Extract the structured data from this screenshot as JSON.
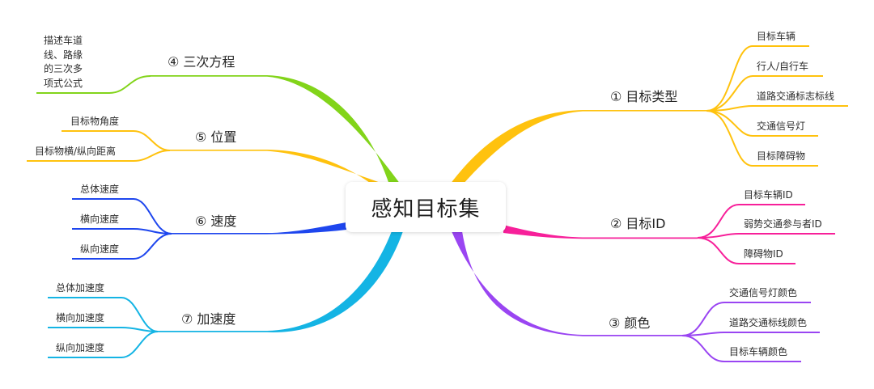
{
  "root": {
    "label": "感知目标集"
  },
  "colors": {
    "type": "#FFC20E",
    "id": "#F7209A",
    "color": "#9A45F2",
    "equation": "#82D41A",
    "position": "#FFC20E",
    "speed": "#1E46EE",
    "acceleration": "#14B4E4"
  },
  "branches": {
    "type": {
      "label": "① 目标类型",
      "children": [
        "目标车辆",
        "行人/自行车",
        "道路交通标志标线",
        "交通信号灯",
        "目标障碍物"
      ]
    },
    "id": {
      "label": "② 目标ID",
      "children": [
        "目标车辆ID",
        "弱势交通参与者ID",
        "障碍物ID"
      ]
    },
    "color": {
      "label": "③ 颜色",
      "children": [
        "交通信号灯颜色",
        "道路交通标线颜色",
        "目标车辆颜色"
      ]
    },
    "equation": {
      "label": "④ 三次方程",
      "children": [
        "描述车道线、路缘的三次多项式公式"
      ],
      "child_lines": [
        "描述车道",
        "线、路缘",
        "的三次多",
        "项式公式"
      ]
    },
    "position": {
      "label": "⑤ 位置",
      "children": [
        "目标物角度",
        "目标物横/纵向距离"
      ]
    },
    "speed": {
      "label": "⑥ 速度",
      "children": [
        "总体速度",
        "横向速度",
        "纵向速度"
      ]
    },
    "acceleration": {
      "label": "⑦ 加速度",
      "children": [
        "总体加速度",
        "横向加速度",
        "纵向加速度"
      ]
    }
  }
}
